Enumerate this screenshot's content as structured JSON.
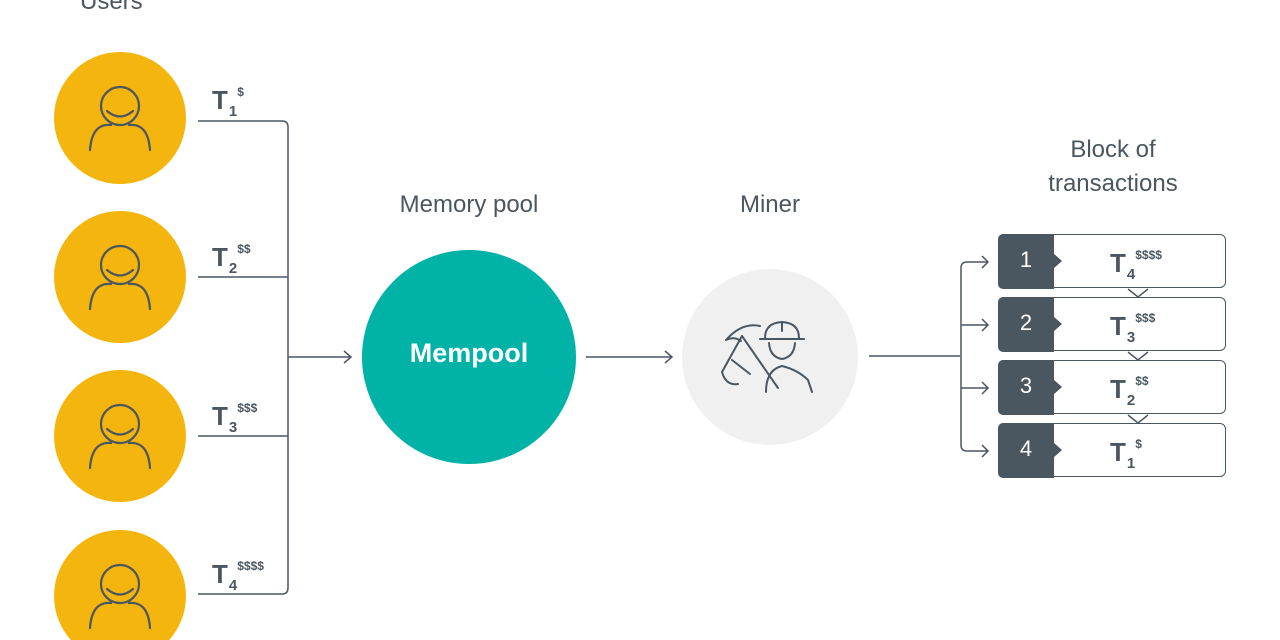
{
  "labels": {
    "users": "Users",
    "mempool_title": "Memory pool",
    "miner_title": "Miner",
    "block_title_line1": "Block of",
    "block_title_line2": "transactions"
  },
  "mempool": {
    "text": "Mempool"
  },
  "colors": {
    "user_circle": "#f3b50e",
    "mempool": "#00b3a6",
    "miner_circle": "#f0f0f0",
    "ink": "#4a5760"
  },
  "icons": {
    "user": "user-icon",
    "miner": "miner-with-pickaxe-icon"
  },
  "transactions": [
    {
      "letter": "T",
      "sub": "1",
      "fee": "$"
    },
    {
      "letter": "T",
      "sub": "2",
      "fee": "$$"
    },
    {
      "letter": "T",
      "sub": "3",
      "fee": "$$$"
    },
    {
      "letter": "T",
      "sub": "4",
      "fee": "$$$$"
    }
  ],
  "block": [
    {
      "num": "1",
      "letter": "T",
      "sub": "4",
      "fee": "$$$$"
    },
    {
      "num": "2",
      "letter": "T",
      "sub": "3",
      "fee": "$$$"
    },
    {
      "num": "3",
      "letter": "T",
      "sub": "2",
      "fee": "$$"
    },
    {
      "num": "4",
      "letter": "T",
      "sub": "1",
      "fee": "$"
    }
  ]
}
